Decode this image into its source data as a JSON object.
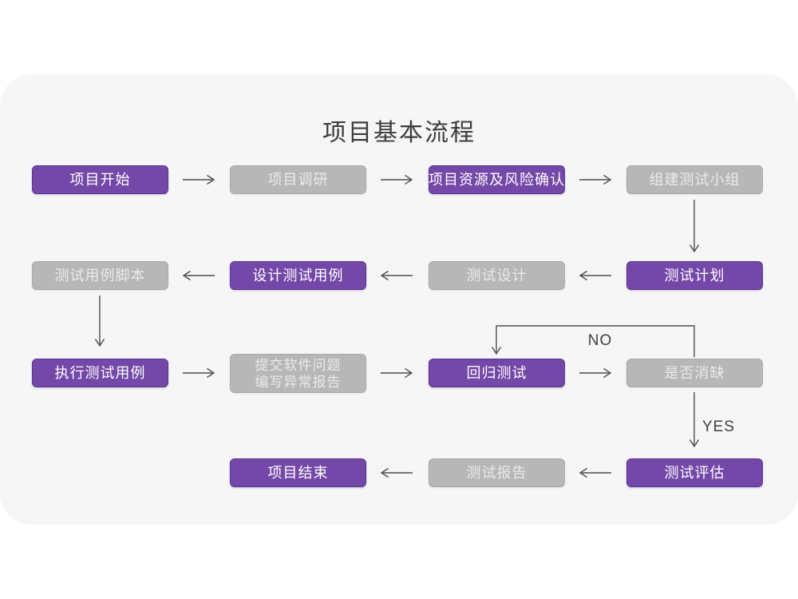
{
  "title": "项目基本流程",
  "edge_labels": {
    "no": "NO",
    "yes": "YES"
  },
  "colors": {
    "primary_node": "#7448a8",
    "secondary_node": "#b7b7b7",
    "card_background": "#f6f6f7",
    "arrow": "#4d4d4d",
    "title_text": "#3c3c3c"
  },
  "nodes": [
    {
      "id": "project-start",
      "label": "项目开始",
      "type": "primary"
    },
    {
      "id": "project-research",
      "label": "项目调研",
      "type": "secondary"
    },
    {
      "id": "resource-risk",
      "label": "项目资源及风险确认",
      "type": "primary"
    },
    {
      "id": "build-test-team",
      "label": "组建测试小组",
      "type": "secondary"
    },
    {
      "id": "case-script",
      "label": "测试用例脚本",
      "type": "secondary"
    },
    {
      "id": "design-cases",
      "label": "设计测试用例",
      "type": "primary"
    },
    {
      "id": "test-design",
      "label": "测试设计",
      "type": "secondary"
    },
    {
      "id": "test-plan",
      "label": "测试计划",
      "type": "primary"
    },
    {
      "id": "execute-cases",
      "label": "执行测试用例",
      "type": "primary"
    },
    {
      "id": "submit-issues",
      "label_line1": "提交软件问题",
      "label_line2": "编写异常报告",
      "type": "secondary"
    },
    {
      "id": "regression-test",
      "label": "回归测试",
      "type": "primary"
    },
    {
      "id": "defect-cleared",
      "label": "是否消缺",
      "type": "secondary"
    },
    {
      "id": "project-end",
      "label": "项目结束",
      "type": "primary"
    },
    {
      "id": "test-report",
      "label": "测试报告",
      "type": "secondary"
    },
    {
      "id": "test-evaluation",
      "label": "测试评估",
      "type": "primary"
    }
  ]
}
